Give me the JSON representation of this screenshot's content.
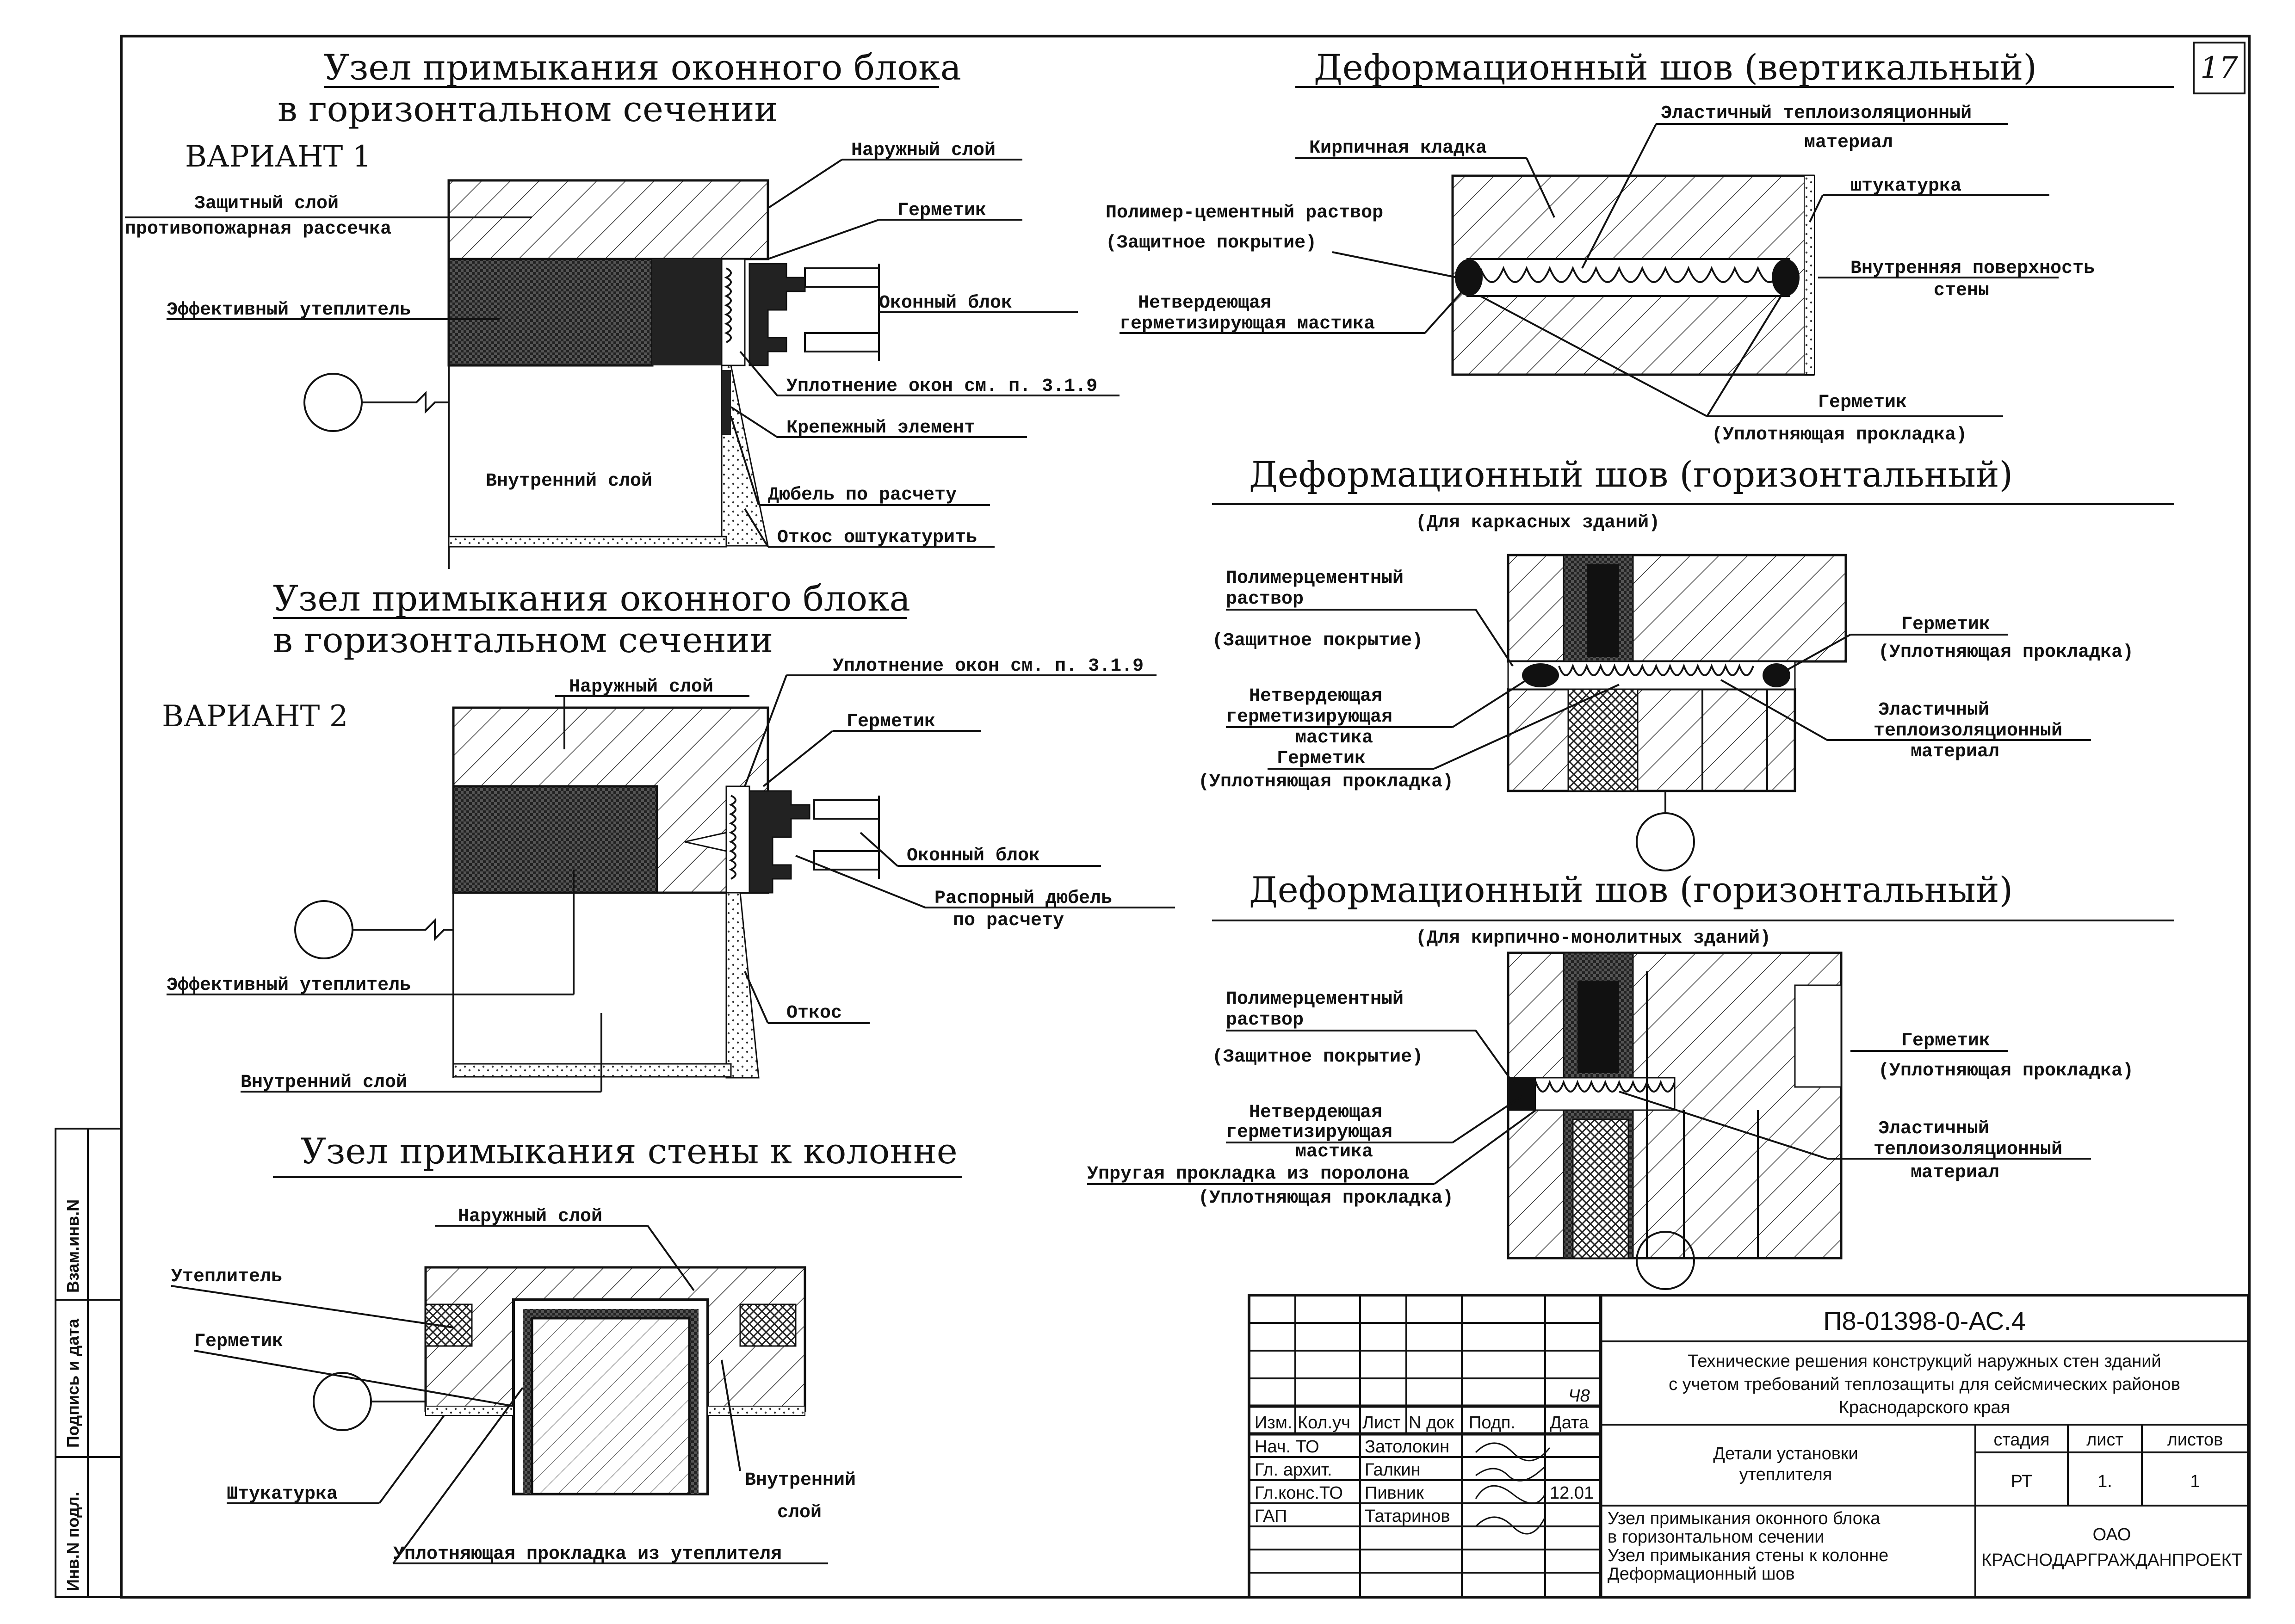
{
  "sheet_number": "17",
  "side_stamp": [
    "Инв.N подл.",
    "Подпись и дата",
    "Взам.инв.N"
  ],
  "node1": {
    "title_line1": "Узел примыкания оконного блока",
    "title_line2": "в горизонтальном сечении",
    "variant": "ВАРИАНТ 1",
    "labels": {
      "outer_layer": "Наружный слой",
      "protective_layer": "Защитный слой",
      "fire_break": "противопожарная рассечка",
      "sealant": "Герметик",
      "window_block": "Оконный блок",
      "insulation": "Эффективный утеплитель",
      "window_seal": "Уплотнение окон см. п. 3.1.9",
      "fastener": "Крепежный элемент",
      "inner_layer": "Внутренний слой",
      "dowel": "Дюбель по расчету",
      "slope": "Откос оштукатурить"
    }
  },
  "node2": {
    "title_line1": "Узел примыкания оконного блока",
    "title_line2": "в горизонтальном сечении",
    "variant": "ВАРИАНТ 2",
    "labels": {
      "window_seal": "Уплотнение окон см. п. 3.1.9",
      "outer_layer": "Наружный слой",
      "sealant": "Герметик",
      "window_block": "Оконный блок",
      "spacer_dowel_1": "Распорный дюбель",
      "spacer_dowel_2": "по расчету",
      "insulation": "Эффективный утеплитель",
      "slope": "Откос",
      "inner_layer": "Внутренний слой"
    }
  },
  "node3": {
    "title": "Узел примыкания стены к колонне",
    "labels": {
      "outer_layer": "Наружный слой",
      "insulation": "Утеплитель",
      "sealant": "Герметик",
      "plaster": "Штукатурка",
      "inner_layer_1": "Внутренний",
      "inner_layer_2": "слой",
      "seal_gasket": "Уплотняющая прокладка из утеплителя"
    }
  },
  "joint_vertical": {
    "title": "Деформационный шов (вертикальный)",
    "labels": {
      "elastic_1": "Эластичный теплоизоляционный",
      "elastic_2": "материал",
      "brickwork": "Кирпичная кладка",
      "plaster": "штукатурка",
      "polymer_mortar": "Полимер-цементный раствор",
      "protective_coat": "(Защитное покрытие)",
      "inner_surface_1": "Внутренняя поверхность",
      "inner_surface_2": "стены",
      "mastic_1": "Нетвердеющая",
      "mastic_2": "герметизирующая мастика",
      "sealant": "Герметик",
      "gasket": "(Уплотняющая прокладка)"
    }
  },
  "joint_horizontal_frame": {
    "title": "Деформационный шов (горизонтальный)",
    "subtitle": "(Для каркасных зданий)",
    "labels": {
      "polymer_1": "Полимерцементный",
      "polymer_2": "раствор",
      "protective_coat": "(Защитное покрытие)",
      "sealant_r": "Герметик",
      "gasket_r": "(Уплотняющая прокладка)",
      "mastic_1": "Нетвердеющая",
      "mastic_2": "герметизирующая",
      "mastic_3": "мастика",
      "elastic_1": "Эластичный",
      "elastic_2": "теплоизоляционный",
      "elastic_3": "материал",
      "sealant_l": "Герметик",
      "gasket_l": "(Уплотняющая прокладка)"
    }
  },
  "joint_horizontal_brick": {
    "title": "Деформационный шов (горизонтальный)",
    "subtitle": "(Для кирпично-монолитных  зданий)",
    "labels": {
      "polymer_1": "Полимерцементный",
      "polymer_2": "раствор",
      "protective_coat": "(Защитное покрытие)",
      "sealant_r": "Герметик",
      "gasket_r": "(Уплотняющая прокладка)",
      "mastic_1": "Нетвердеющая",
      "mastic_2": "герметизирующая",
      "mastic_3": "мастика",
      "foam_gasket": "Упругая прокладка из поролона",
      "gasket_l": "(Уплотняющая прокладка)",
      "elastic_1": "Эластичный",
      "elastic_2": "теплоизоляционный",
      "elastic_3": "материал"
    }
  },
  "title_block": {
    "code": "П8-01398-0-АС.4",
    "project_1": "Технические решения конструкций наружных стен зданий",
    "project_2": "с учетом требований теплозащиты для сейсмических районов",
    "project_3": "Краснодарского края",
    "sheet_name_1": "Детали установки",
    "sheet_name_2": "утеплителя",
    "contents_1": "Узел примыкания оконного блока",
    "contents_2": "в горизонтальном сечении",
    "contents_3": "Узел примыкания стены к колонне",
    "contents_4": "Деформационный шов",
    "hdr_stage": "стадия",
    "hdr_sheet": "лист",
    "hdr_sheets": "листов",
    "val_stage": "РТ",
    "val_sheet": "1.",
    "val_sheets": "1",
    "org_1": "ОАО",
    "org_2": "КРАСНОДАРГРАЖДАНПРОЕКТ",
    "col_headers": [
      "Изм.",
      "Кол.уч",
      "Лист",
      "N док",
      "Подп.",
      "Дата"
    ],
    "change_mark": "Ч8",
    "staff": [
      {
        "role": "Нач. ТО",
        "name": "Затолокин",
        "date": ""
      },
      {
        "role": "Гл. архит.",
        "name": "Галкин",
        "date": ""
      },
      {
        "role": "Гл.конс.ТО",
        "name": "Пивник",
        "date": "12.01"
      },
      {
        "role": "ГАП",
        "name": "Татаринов",
        "date": ""
      }
    ]
  }
}
